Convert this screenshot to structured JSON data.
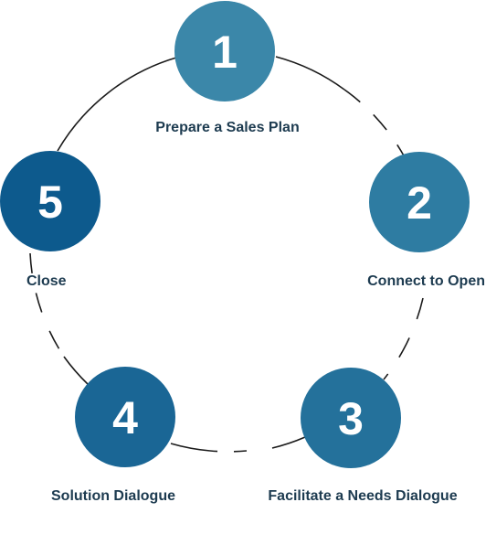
{
  "steps": [
    {
      "number": "1",
      "label": "Prepare a Sales Plan",
      "color": "#3b87a9"
    },
    {
      "number": "2",
      "label": "Connect to Open",
      "color": "#2e7ca2"
    },
    {
      "number": "3",
      "label": "Facilitate a Needs Dialogue",
      "color": "#24719b"
    },
    {
      "number": "4",
      "label": "Solution Dialogue",
      "color": "#1a6695"
    },
    {
      "number": "5",
      "label": "Close",
      "color": "#0d5a8d"
    }
  ],
  "colors": {
    "ring": "#1a1a1a",
    "label_text": "#1d3b50",
    "number_text": "#ffffff"
  }
}
